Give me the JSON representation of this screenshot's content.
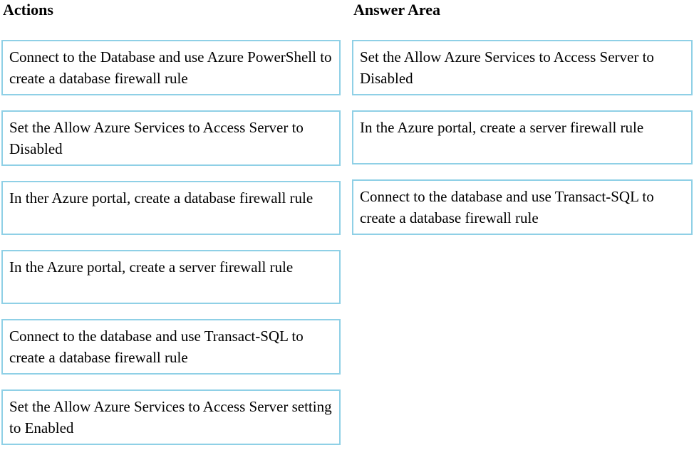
{
  "question": {
    "type": "drag-and-drop",
    "colors": {
      "box_border": "#8fd0e6",
      "box_background": "#ffffff",
      "text": "#000000",
      "page_background": "#ffffff"
    },
    "actions": {
      "title": "Actions",
      "items": [
        "Connect to the Database and use Azure PowerShell to create a database firewall rule",
        "Set the Allow Azure Services to Access Server to Disabled",
        "In ther Azure portal, create a database firewall rule",
        "In the Azure portal, create a server firewall rule",
        "Connect to the database and use Transact-SQL to create a database firewall rule",
        "Set the Allow Azure Services to Access Server setting to Enabled"
      ]
    },
    "answer_area": {
      "title": "Answer Area",
      "items": [
        "Set the Allow Azure Services to Access Server to Disabled",
        "In the Azure portal, create a server firewall rule",
        "Connect to the database and use Transact-SQL to create a database firewall rule"
      ]
    }
  }
}
